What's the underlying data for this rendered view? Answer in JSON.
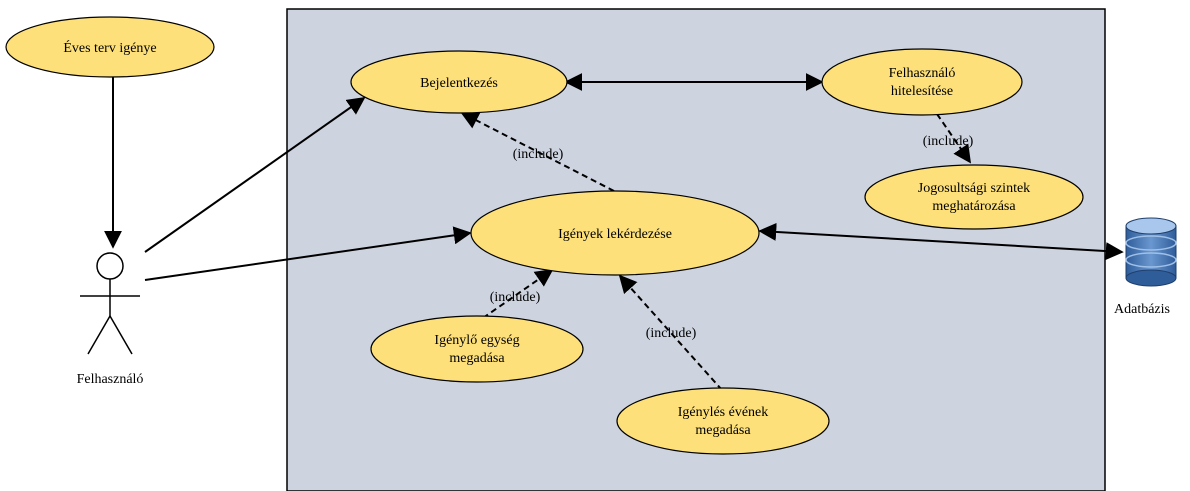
{
  "use_cases": {
    "annual_plan": "Éves terv igénye",
    "login": "Bejelentkezés",
    "user_auth_line1": "Felhasználó",
    "user_auth_line2": "hitelesítése",
    "permission_line1": "Jogosultsági szintek",
    "permission_line2": "meghatározása",
    "query_requests": "Igények lekérdezése",
    "unit_line1": "Igénylő egység",
    "unit_line2": "megadása",
    "year_line1": "Igénylés évének",
    "year_line2": "megadása"
  },
  "actors": {
    "user": "Felhasználó",
    "database": "Adatbázis"
  },
  "relations": {
    "include_login": "(include)",
    "include_auth": "(include)",
    "include_unit": "(include)",
    "include_year": "(include)"
  },
  "colors": {
    "system_boundary": "#cdd3df",
    "use_case_fill": "#fde07a",
    "database_blue": "#4a79b5"
  }
}
